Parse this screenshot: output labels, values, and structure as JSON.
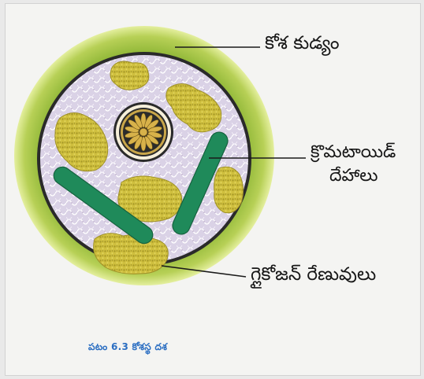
{
  "labels": {
    "cell_wall": "కోశ కుడ్యం",
    "chromatoid_bodies_line1": "క్రొమటాయిడ్",
    "chromatoid_bodies_line2": "దేహాలు",
    "glycogen_granules": "గ్లైకోజన్ రేణువులు"
  },
  "caption": "పటం 6.3 కోశస్థ దశ",
  "colors": {
    "outer_wall": "#a8c94a",
    "wall_glow": "#d9e87c",
    "cytoplasm": "#d9cfe3",
    "chromatoid": "#1f8a5a",
    "glycogen": "#c5b53a",
    "nucleus_ring": "#c9a64a",
    "caption": "#2b6ec2"
  }
}
